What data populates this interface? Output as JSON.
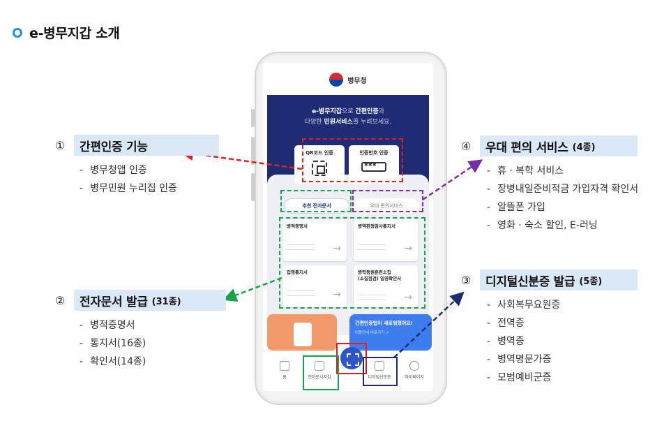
{
  "page": {
    "title": "e-병무지갑 소개"
  },
  "colors": {
    "red": "#e02020",
    "green": "#19a34a",
    "purple": "#7a2ea6",
    "navy": "#1f2c73",
    "accent": "#2a8fd8"
  },
  "phone": {
    "brand": "병무청",
    "hero_line1_prefix": "e-병무지갑",
    "hero_line1_mid": "으로 ",
    "hero_line1_strong": "간편인증",
    "hero_line1_suffix": "과",
    "hero_line2_prefix": "다양한 ",
    "hero_line2_strong": "민원서비스",
    "hero_line2_suffix": "를 누려보세요.",
    "auth_qr": "QR코드 인증",
    "auth_pin": "인증번호 인증",
    "tab_docs": "추천 전자문서",
    "tab_benefits": "우대 편의서비스",
    "doc_cards": [
      "병적증명서",
      "병역판정검사통지서",
      "입영통지서",
      "병력동원훈련소집\n(소집점검) 입영확인서"
    ],
    "banner_title": "간편인증법이 새로워졌어요!",
    "banner_sub": "이용안내 바로가기  >",
    "nav": [
      "홈",
      "전자문서지갑",
      "디지털신분증",
      "마이페이지"
    ]
  },
  "callouts": {
    "c1": {
      "num": "①",
      "title": "간편인증 기능",
      "count": "",
      "items": [
        "병무청앱 인증",
        "병무민원 누리집 인증"
      ]
    },
    "c2": {
      "num": "②",
      "title": "전자문서 발급",
      "count": "(31종)",
      "items": [
        "병적증명서",
        "통지서(16종)",
        "확인서(14종)"
      ]
    },
    "c3": {
      "num": "③",
      "title": "디지털신분증 발급",
      "count": "(5종)",
      "items": [
        "사회복무요원증",
        "전역증",
        "병역증",
        "병역명문가증",
        "모범예비군증"
      ]
    },
    "c4": {
      "num": "④",
      "title": "우대 편의 서비스",
      "count": "(4종)",
      "items": [
        "휴 · 복학 서비스",
        "장병내일준비적금 가입자격 확인서",
        "알뜰폰 가입",
        "영화 · 숙소 할인, E-러닝"
      ]
    }
  }
}
